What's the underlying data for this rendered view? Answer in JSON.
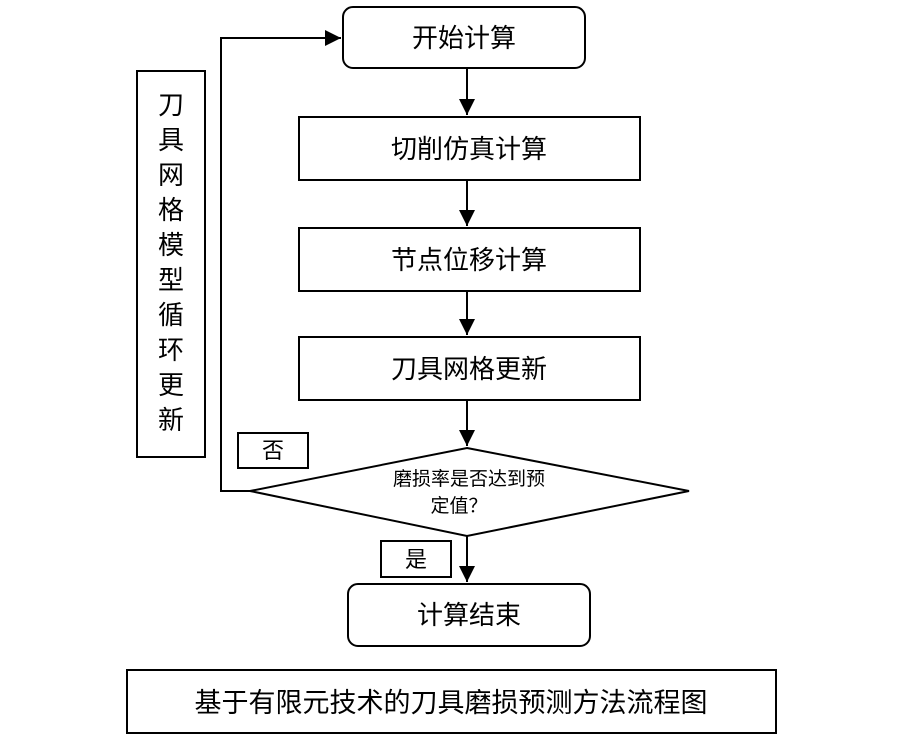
{
  "flow": {
    "start": "开始计算",
    "step_cutting": "切削仿真计算",
    "step_nodes": "节点位移计算",
    "step_mesh_update": "刀具网格更新",
    "decision_line1": "磨损率是否达到预",
    "decision_line2": "定值？",
    "label_no": "否",
    "label_yes": "是",
    "end": "计算结束"
  },
  "side_label": [
    "刀",
    "具",
    "网",
    "格",
    "模",
    "型",
    "循",
    "环",
    "更",
    "新"
  ],
  "caption": "基于有限元技术的刀具磨损预测方法流程图"
}
